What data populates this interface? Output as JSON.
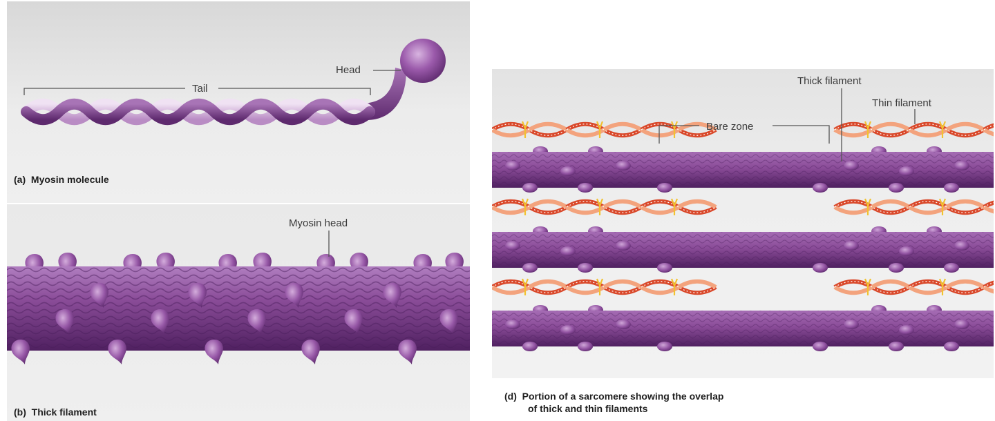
{
  "panel_a": {
    "letter": "(a)",
    "caption": "Myosin molecule",
    "label_tail": "Tail",
    "label_head": "Head"
  },
  "panel_b": {
    "letter": "(b)",
    "caption": "Thick filament",
    "label_myosin_head": "Myosin head"
  },
  "panel_d": {
    "letter": "(d)",
    "caption_line1": "Portion of a sarcomere showing the overlap",
    "caption_line2": "of thick and thin filaments",
    "label_thick": "Thick filament",
    "label_thin": "Thin filament",
    "label_bare": "Bare zone"
  },
  "colors": {
    "myosin": "#8a4c98",
    "myosin_dark": "#5e2a6e",
    "myosin_light": "#c9a3d3",
    "actin": "#d9482a",
    "actin_light": "#f3a37d",
    "tropomyosin": "#f2c230"
  }
}
